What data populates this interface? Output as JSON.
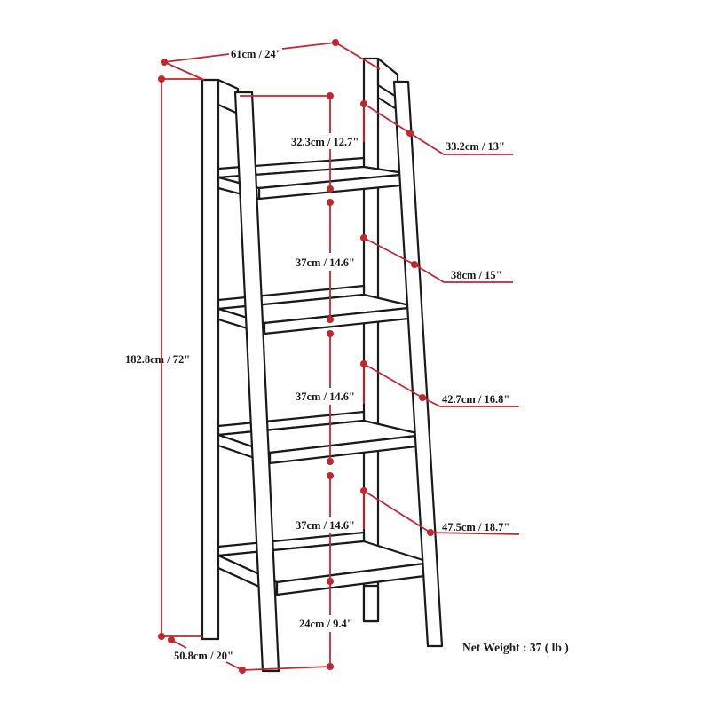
{
  "diagram": {
    "accent_color": "#c1272d",
    "labels": {
      "width": "61cm / 24\"",
      "height": "182.8cm / 72\"",
      "base_depth": "50.8cm / 20\"",
      "gap_top": "32.3cm / 12.7\"",
      "gap_2": "37cm / 14.6\"",
      "gap_3": "37cm / 14.6\"",
      "gap_4": "37cm / 14.6\"",
      "gap_bottom": "24cm / 9.4\"",
      "shelf_1_depth": "33.2cm / 13\"",
      "shelf_2_depth": "38cm / 15\"",
      "shelf_3_depth": "42.7cm / 16.8\"",
      "shelf_4_depth": "47.5cm / 18.7\""
    },
    "net_weight": "Net Weight : 37 ( lb )"
  }
}
